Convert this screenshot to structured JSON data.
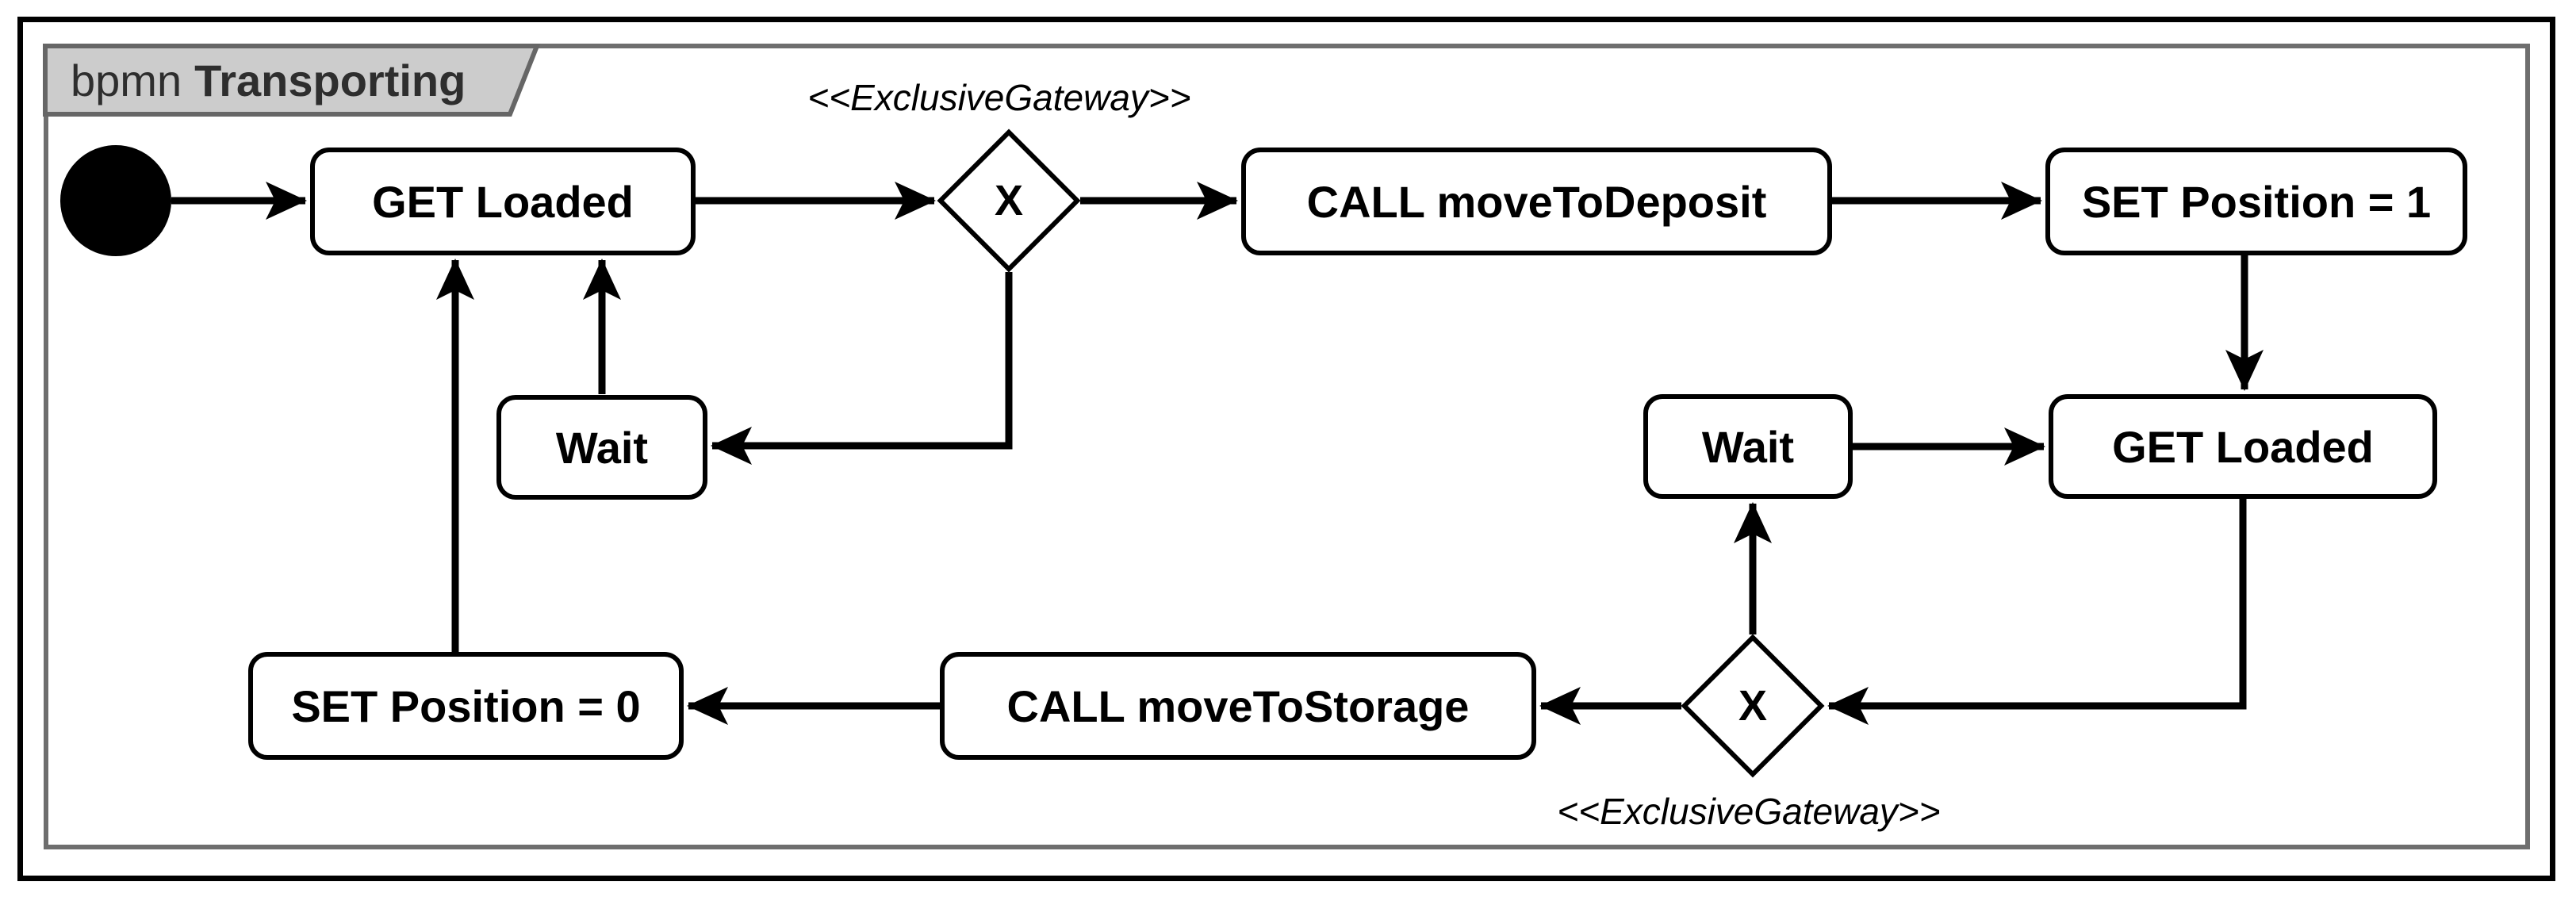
{
  "frame": {
    "keyword": "bpmn",
    "title": "Transporting"
  },
  "diagram": {
    "type": "bpmn-activity-diagram",
    "nodes": [
      {
        "id": "start",
        "kind": "start-event",
        "label": ""
      },
      {
        "id": "get-loaded-1",
        "kind": "task",
        "label": "GET Loaded"
      },
      {
        "id": "gateway-1",
        "kind": "exclusive-gateway",
        "label": "X",
        "stereotype": "<<ExclusiveGateway>>"
      },
      {
        "id": "call-move-to-deposit",
        "kind": "task",
        "label": "CALL moveToDeposit"
      },
      {
        "id": "set-position-1",
        "kind": "task",
        "label": "SET Position = 1"
      },
      {
        "id": "wait-right",
        "kind": "task",
        "label": "Wait"
      },
      {
        "id": "get-loaded-2",
        "kind": "task",
        "label": "GET Loaded"
      },
      {
        "id": "gateway-2",
        "kind": "exclusive-gateway",
        "label": "X",
        "stereotype": "<<ExclusiveGateway>>"
      },
      {
        "id": "call-move-to-storage",
        "kind": "task",
        "label": "CALL moveToStorage"
      },
      {
        "id": "set-position-0",
        "kind": "task",
        "label": "SET Position = 0"
      },
      {
        "id": "wait-left",
        "kind": "task",
        "label": "Wait"
      }
    ],
    "edges": [
      {
        "from": "start",
        "to": "get-loaded-1"
      },
      {
        "from": "get-loaded-1",
        "to": "gateway-1"
      },
      {
        "from": "gateway-1",
        "to": "call-move-to-deposit"
      },
      {
        "from": "call-move-to-deposit",
        "to": "set-position-1"
      },
      {
        "from": "set-position-1",
        "to": "get-loaded-2"
      },
      {
        "from": "gateway-1",
        "to": "wait-left"
      },
      {
        "from": "wait-left",
        "to": "get-loaded-1"
      },
      {
        "from": "set-position-0",
        "to": "get-loaded-1"
      },
      {
        "from": "wait-right",
        "to": "get-loaded-2"
      },
      {
        "from": "get-loaded-2",
        "to": "gateway-2"
      },
      {
        "from": "gateway-2",
        "to": "wait-right"
      },
      {
        "from": "gateway-2",
        "to": "call-move-to-storage"
      },
      {
        "from": "call-move-to-storage",
        "to": "set-position-0"
      }
    ]
  },
  "colors": {
    "node_fill": "#ffffff",
    "stroke": "#000000",
    "outer_border": "#000000",
    "frame_border": "#6e6e6e",
    "tab_fill": "#cccccc",
    "tab_border": "#666666",
    "tab_text": "#2e2e2e"
  }
}
